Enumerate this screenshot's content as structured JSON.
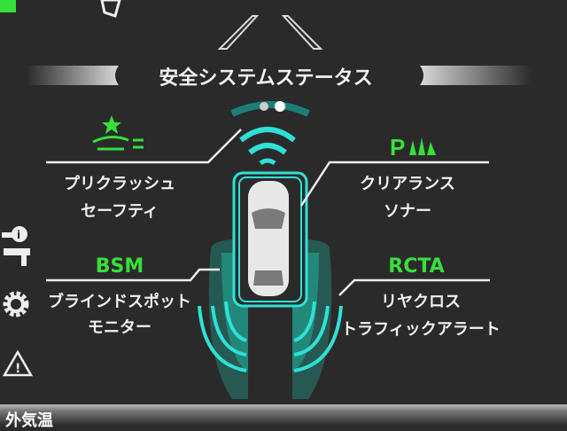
{
  "title": "安全システムステータス",
  "pcs": {
    "line1": "プリクラッシュ",
    "line2": "セーフティ",
    "icon": "pre-collision-icon"
  },
  "clearance": {
    "line1": "クリアランス",
    "line2": "ソナー",
    "icon": "parking-sonar-icon"
  },
  "bsm": {
    "label": "BSM",
    "line1": "ブラインドスポット",
    "line2": "モニター"
  },
  "rcta": {
    "label": "RCTA",
    "line1": "リヤクロス",
    "line2": "トラフィックアラート"
  },
  "bottom": {
    "label": "外気温"
  },
  "colors": {
    "accent_green": "#36e03a",
    "sensor_cyan": "#2fe0d6",
    "zone_teal": "#1fa08e"
  }
}
